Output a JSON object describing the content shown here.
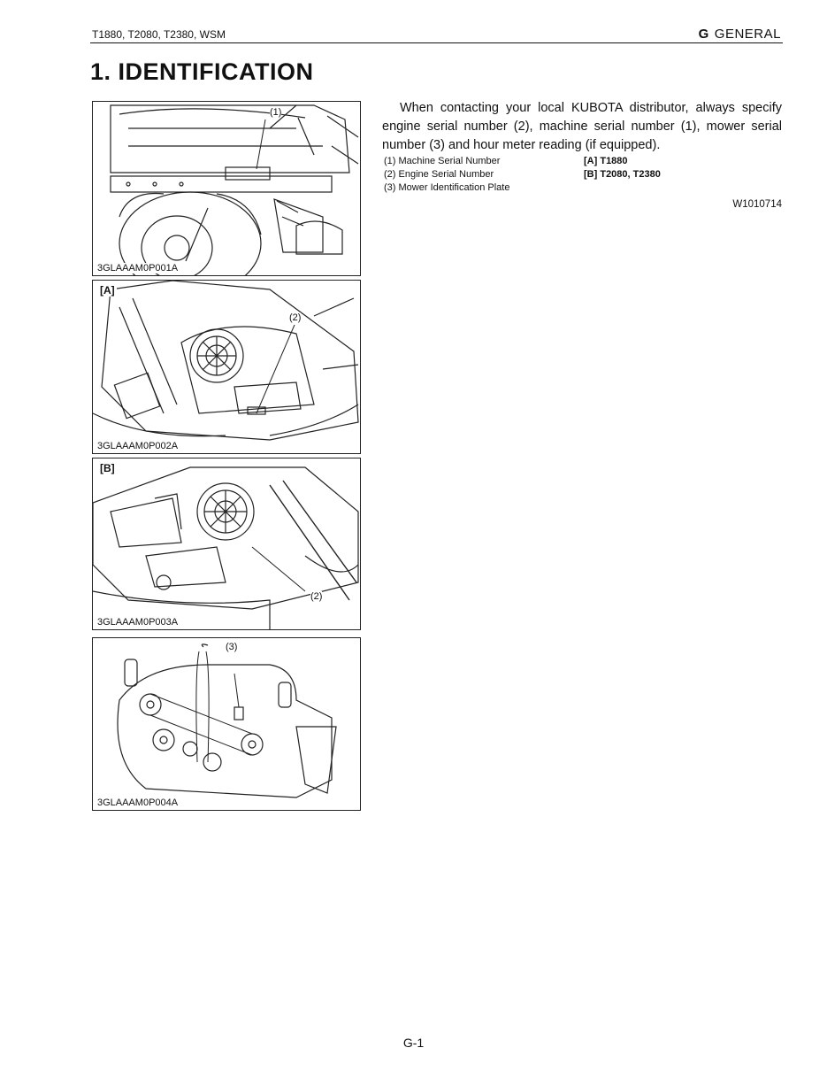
{
  "header": {
    "models": "T1880, T2080, T2380, WSM",
    "section_letter": "G",
    "section_name": "GENERAL"
  },
  "title": "1. IDENTIFICATION",
  "intro": "When contacting your local KUBOTA distributor, always specify engine serial number (2), machine serial number (1), mower serial number (3) and hour meter reading (if equipped).",
  "legend": [
    {
      "num": "(1)",
      "label": "Machine Serial Number"
    },
    {
      "num": "(2)",
      "label": "Engine Serial Number"
    },
    {
      "num": "(3)",
      "label": "Mower Identification Plate"
    }
  ],
  "models": [
    {
      "tag": "[A]",
      "model": "T1880"
    },
    {
      "tag": "[B]",
      "model": "T2080, T2380"
    }
  ],
  "ref_code": "W1010714",
  "figures": [
    {
      "code": "3GLAAAM0P001A",
      "callout": "(1)",
      "tag": ""
    },
    {
      "code": "3GLAAAM0P002A",
      "callout": "(2)",
      "tag": "[A]"
    },
    {
      "code": "3GLAAAM0P003A",
      "callout": "(2)",
      "tag": "[B]"
    },
    {
      "code": "3GLAAAM0P004A",
      "callout": "(3)",
      "tag": ""
    }
  ],
  "page_number": "G-1"
}
